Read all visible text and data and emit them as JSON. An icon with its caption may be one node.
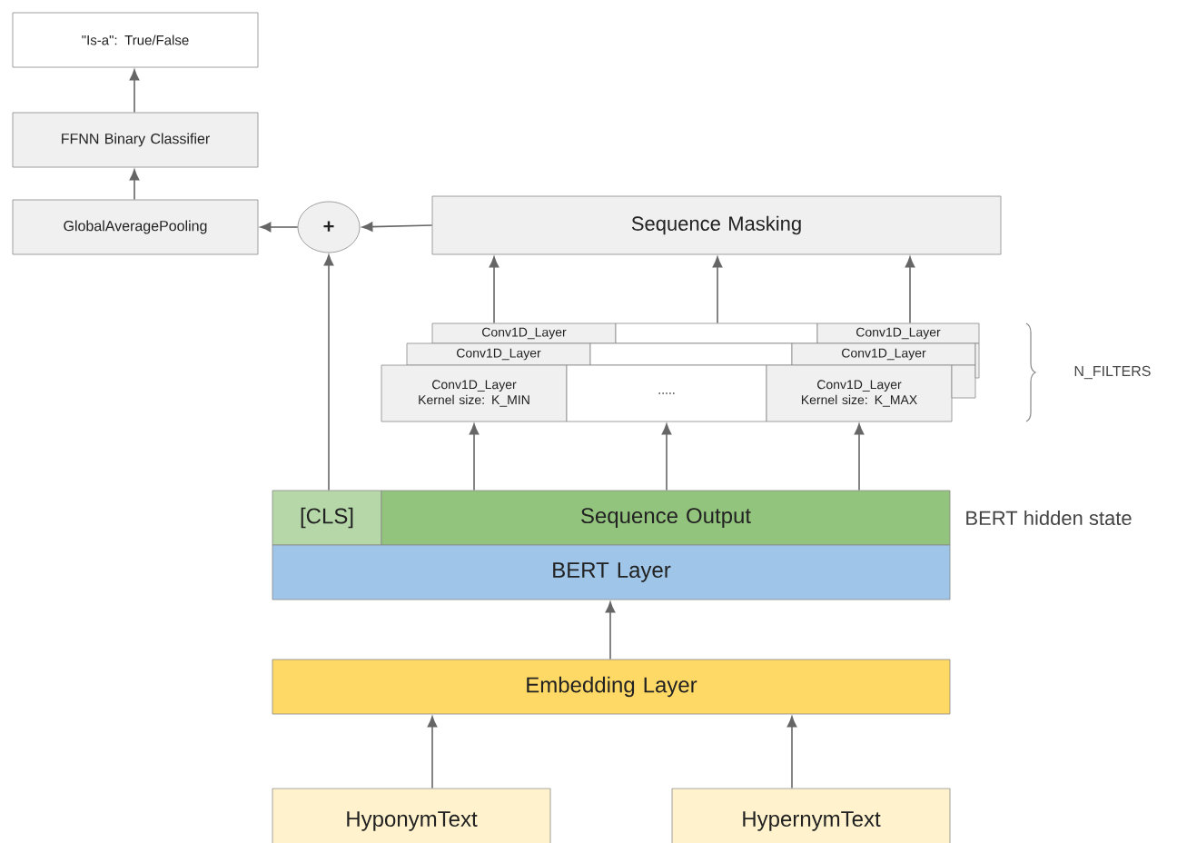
{
  "diagram": {
    "nodes": [
      {
        "text": [
          "\"Is-a\": True/False"
        ]
      },
      {
        "text": [
          "FFNN Binary Classifier"
        ]
      },
      {
        "text": [
          "GlobalAveragePooling"
        ]
      },
      {
        "text": [
          "+"
        ]
      },
      {
        "text": [
          "Sequence Masking"
        ]
      },
      {
        "text": [
          "Conv1D_Layer"
        ]
      },
      {
        "text": [],
        "shape": "box"
      },
      {
        "text": [
          "Conv1D_Layer"
        ]
      },
      {
        "text": [
          "Conv1D_Layer"
        ]
      },
      {
        "text": [],
        "shape": "box"
      },
      {
        "text": [
          "Conv1D_Layer"
        ]
      },
      {
        "text": [
          "Conv1D_Layer Kernel size: K_MIN"
        ]
      },
      {
        "text": [
          "....."
        ]
      },
      {
        "text": [
          "Conv1D_Layer Kernel size: K_MAX"
        ]
      },
      {
        "text": [
          "[CLS]"
        ]
      },
      {
        "text": [
          "Sequence Output"
        ]
      },
      {
        "text": [
          "BERT Layer"
        ]
      },
      {
        "text": [
          "Embedding Layer"
        ]
      },
      {
        "text": [
          "HyponymText"
        ]
      },
      {
        "text": [
          "HypernymText"
        ]
      }
    ],
    "edges": [
      {
        "from": 18,
        "to": 17,
        "arrow": "to"
      },
      {
        "from": 19,
        "to": 17,
        "arrow": "to"
      },
      {
        "from": 17,
        "to": 16,
        "arrow": "to"
      },
      {
        "from": 15,
        "to": 11,
        "arrow": "to"
      },
      {
        "from": 15,
        "to": 12,
        "arrow": "to"
      },
      {
        "from": 15,
        "to": 13,
        "arrow": "to"
      },
      {
        "from": 5,
        "to": 4,
        "arrow": "to"
      },
      {
        "from": 6,
        "to": 4,
        "arrow": "to"
      },
      {
        "from": 7,
        "to": 4,
        "arrow": "to"
      },
      {
        "from": 14,
        "to": 3,
        "arrow": "to"
      },
      {
        "from": 4,
        "to": 3,
        "arrow": "to"
      },
      {
        "from": 3,
        "to": 2,
        "arrow": "to"
      },
      {
        "from": 2,
        "to": 1,
        "arrow": "to"
      },
      {
        "from": 1,
        "to": 0,
        "arrow": "to"
      }
    ],
    "labels": [
      "BERT hidden state",
      "N_FILTERS"
    ]
  }
}
